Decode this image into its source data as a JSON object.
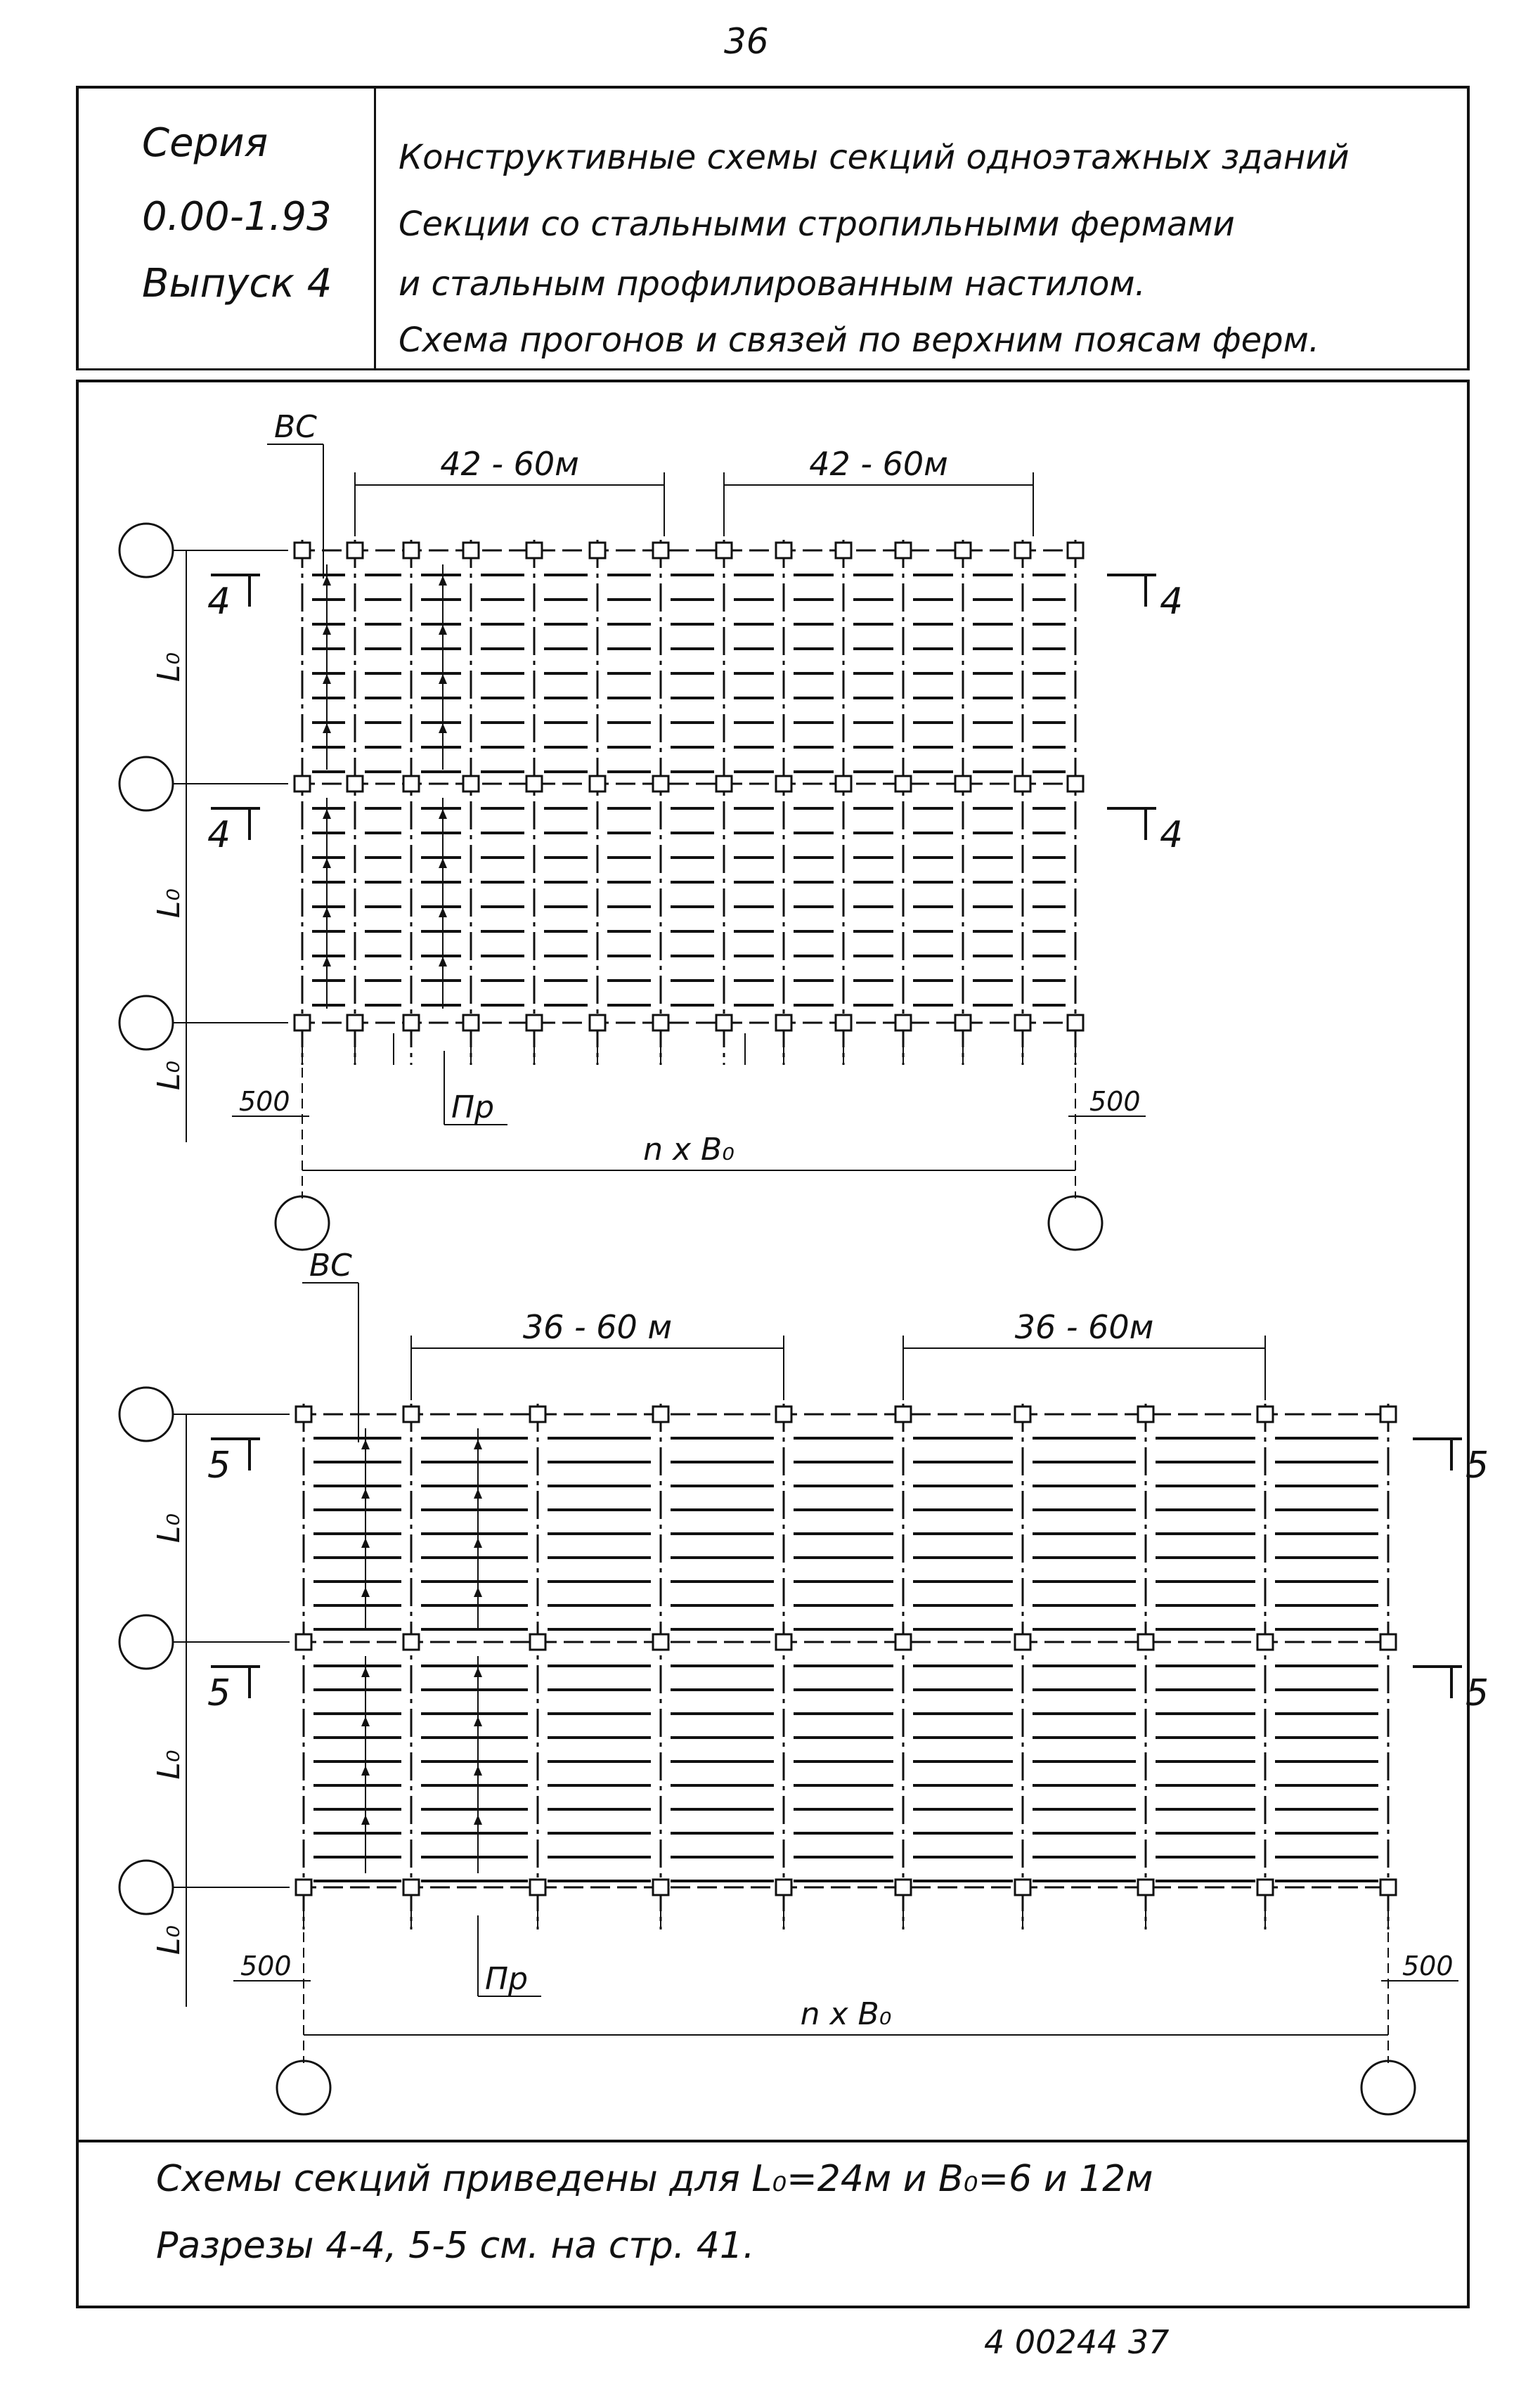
{
  "page_number": "36",
  "series": {
    "line1": "Серия",
    "line2": "0.00-1.93",
    "line3": "Выпуск 4"
  },
  "title_lines": [
    "Конструктивные схемы секций одноэтажных зданий",
    "Секции со стальными стропильными фермами",
    "и стальным профилированным настилом.",
    "Схема прогонов и связей по верхним поясам ферм."
  ],
  "scheme1": {
    "bracing_label": "ВС",
    "purlin_label": "Пр",
    "dim_top_left": "42 - 60м",
    "dim_top_right": "42 - 60м",
    "span_label": "L₀",
    "edge_left": "500",
    "edge_right": "500",
    "total_width": "n x B₀",
    "section_mark": "4"
  },
  "scheme2": {
    "bracing_label": "ВС",
    "purlin_label": "Пр",
    "dim_top_left": "36 - 60 м",
    "dim_top_right": "36 - 60м",
    "span_label": "L₀",
    "edge_left": "500",
    "edge_right": "500",
    "total_width": "n x B₀",
    "section_mark": "5"
  },
  "notes": {
    "line1": "Схемы секций приведены для L₀=24м и B₀=6 и 12м",
    "line2": "Разрезы 4-4, 5-5 см. на стр. 41."
  },
  "doc_code": "4 00244   37"
}
